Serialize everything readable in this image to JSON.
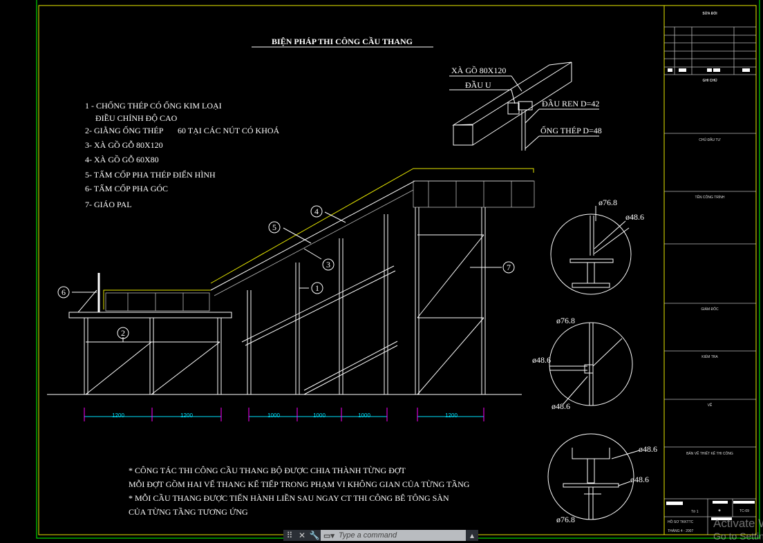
{
  "drawing": {
    "title": "BIỆN PHÁP THI CÔNG CẦU THANG",
    "legend": [
      "1 - CHỐNG THÉP CÓ ỐNG KIM LOẠI",
      "ĐIỀU CHỈNH ĐỘ CAO",
      "2- GIẰNG ỐNG THÉP       60 TẠI CÁC NÚT CÓ KHOÁ",
      "3- XÀ GỒ GỖ 80X120",
      "4- XÀ GỒ GỖ 60X80",
      "5- TẤM CỐP PHA THÉP ĐIỂN HÌNH",
      "6- TẤM CỐP PHA GÓC",
      "7- GIÁO PAL"
    ],
    "detail_labels": {
      "beam": "XÀ GỒ 80X120",
      "u_head": "ĐẦU U",
      "screw_head": "ĐẦU REN D=42",
      "steel_pipe": "ỐNG THÉP D=48"
    },
    "callouts": [
      "1",
      "2",
      "3",
      "4",
      "5",
      "6",
      "7"
    ],
    "dimensions": [
      "1200",
      "1200",
      "1000",
      "1000",
      "1000",
      "1200"
    ],
    "circle_labels": {
      "c1_top": "ø76.8",
      "c1_right": "ø48.6",
      "c2_top": "ø76.8",
      "c2_left": "ø48.6",
      "c2_bottom": "ø48.6",
      "c3_right1": "ø48.6",
      "c3_right2": "ø48.6",
      "c3_bottom": "ø76.8"
    },
    "notes": [
      "* CÔNG TÁC THI CÔNG CẦU THANG BỘ ĐƯỢC CHIA THÀNH TỪNG ĐỢT",
      "MỖI ĐỢT GỒM HAI VẾ THANG KẾ TIẾP TRONG PHẠM VI KHÔNG GIAN CỦA TỪNG TẦNG",
      "* MỖI CẦU THANG ĐƯỢC TIẾN HÀNH LIỀN SAU NGAY CT THI CÔNG BÊ TÔNG SÀN",
      "CỦA TỪNG TẦNG TƯƠNG ỨNG"
    ]
  },
  "title_block": {
    "revision": "SỬA ĐỔI",
    "notes": "GHI CHÚ",
    "owner": "CHỦ ĐẦU TƯ",
    "project": "TÊN CÔNG TRÌNH",
    "director": "GIÁM ĐỐC",
    "checker": "KIỂM TRA",
    "drawer": "VẼ",
    "drawing_type": "BẢN VẼ THIẾT KẾ THI CÔNG",
    "sheet": "Tờ 1",
    "file_no": "HỒ SƠ TKKTTC",
    "date": "THÁNG 4 - 2007",
    "code": "TC-09"
  },
  "command_line": {
    "placeholder": "Type a command"
  },
  "watermark": {
    "line1": "Activate W",
    "line2": "Go to Settings"
  },
  "colors": {
    "background": "#000000",
    "frame_outer": "#00dd00",
    "frame_inner": "#e8e800",
    "dimension": "#00e5ff",
    "dimension_tick": "#ff00ff"
  }
}
